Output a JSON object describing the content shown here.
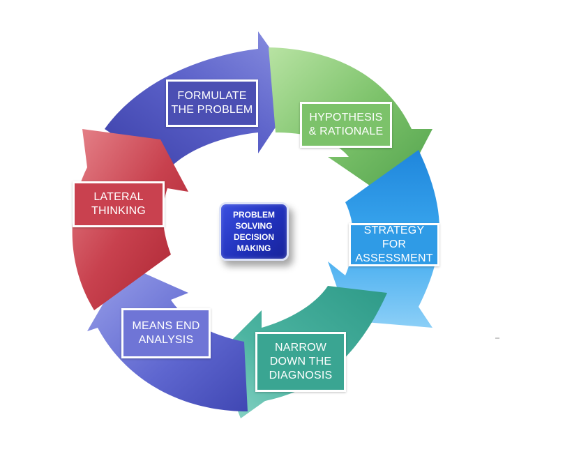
{
  "center": {
    "text": "PROBLEM\nSOLVING\nDECISION\nMAKING",
    "color": "#2237c8"
  },
  "steps": [
    {
      "label": "FORMULATE\nTHE PROBLEM",
      "color": "#4b4fb3"
    },
    {
      "label": "HYPOTHESIS\n& RATIONALE",
      "color": "#7cc26a"
    },
    {
      "label": "STRATEGY FOR\nASSESSMENT",
      "color": "#2f9be6"
    },
    {
      "label": "NARROW\nDOWN THE\nDIAGNOSIS",
      "color": "#3aa592"
    },
    {
      "label": "MEANS  END\nANALYSIS",
      "color": "#6f75d6"
    },
    {
      "label": "LATERAL\nTHINKING",
      "color": "#c9414f"
    }
  ]
}
